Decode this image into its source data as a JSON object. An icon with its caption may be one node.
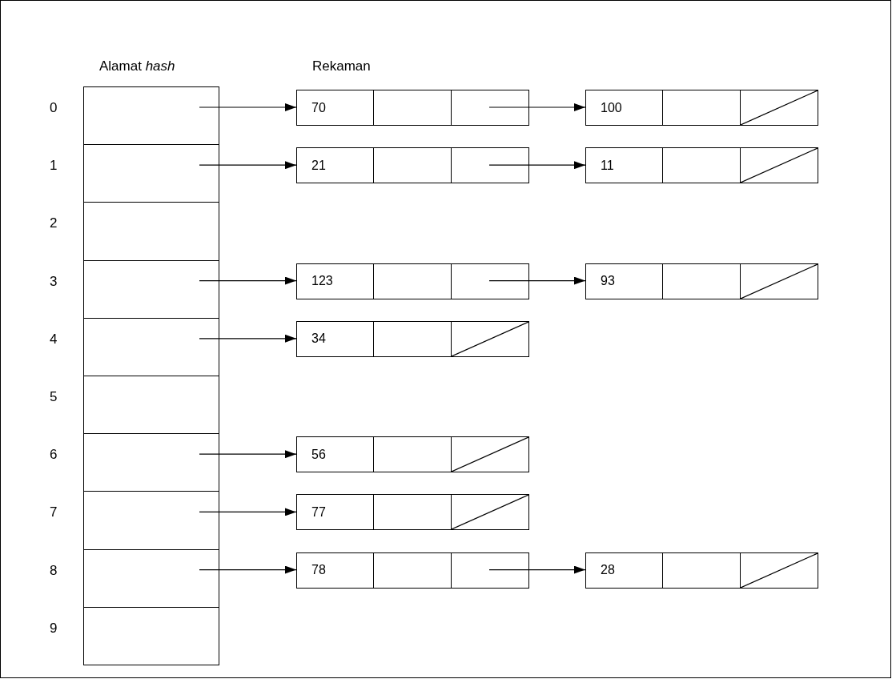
{
  "diagram": {
    "nodes": [
      {
        "text": [],
        "shape": "box",
        "beside": [
          "0"
        ]
      },
      {
        "text": [],
        "shape": "box",
        "beside": [
          "1"
        ]
      },
      {
        "text": [],
        "shape": "box",
        "beside": [
          "2"
        ]
      },
      {
        "text": [],
        "shape": "box",
        "beside": [
          "3"
        ]
      },
      {
        "text": [],
        "shape": "box",
        "beside": [
          "4"
        ]
      },
      {
        "text": [],
        "shape": "box",
        "beside": [
          "5"
        ]
      },
      {
        "text": [],
        "shape": "box",
        "beside": [
          "6"
        ]
      },
      {
        "text": [],
        "shape": "box",
        "beside": [
          "7"
        ]
      },
      {
        "text": [],
        "shape": "box",
        "beside": [
          "8"
        ]
      },
      {
        "text": [],
        "shape": "box",
        "beside": [
          "9"
        ]
      },
      {
        "text": [
          "70"
        ]
      },
      {
        "text": [
          "100"
        ]
      },
      {
        "text": [
          "21"
        ]
      },
      {
        "text": [
          "11"
        ]
      },
      {
        "text": [
          "123"
        ]
      },
      {
        "text": [
          "93"
        ]
      },
      {
        "text": [
          "34"
        ]
      },
      {
        "text": [
          "56"
        ]
      },
      {
        "text": [
          "77"
        ]
      },
      {
        "text": [
          "78"
        ]
      },
      {
        "text": [
          "28"
        ]
      }
    ],
    "edges": [
      {
        "from": 0,
        "to": 10,
        "arrow": "to"
      },
      {
        "from": 10,
        "to": 11,
        "arrow": "to"
      },
      {
        "from": 1,
        "to": 12,
        "arrow": "to"
      },
      {
        "from": 12,
        "to": 13,
        "arrow": "to"
      },
      {
        "from": 3,
        "to": 14,
        "arrow": "to"
      },
      {
        "from": 14,
        "to": 15,
        "arrow": "to"
      },
      {
        "from": 4,
        "to": 16,
        "arrow": "to"
      },
      {
        "from": 6,
        "to": 17,
        "arrow": "to"
      },
      {
        "from": 7,
        "to": 18,
        "arrow": "to"
      },
      {
        "from": 8,
        "to": 19,
        "arrow": "to"
      },
      {
        "from": 19,
        "to": 20,
        "arrow": "to"
      }
    ],
    "labels": [
      "Alamat *hash*",
      "Rekaman"
    ]
  }
}
